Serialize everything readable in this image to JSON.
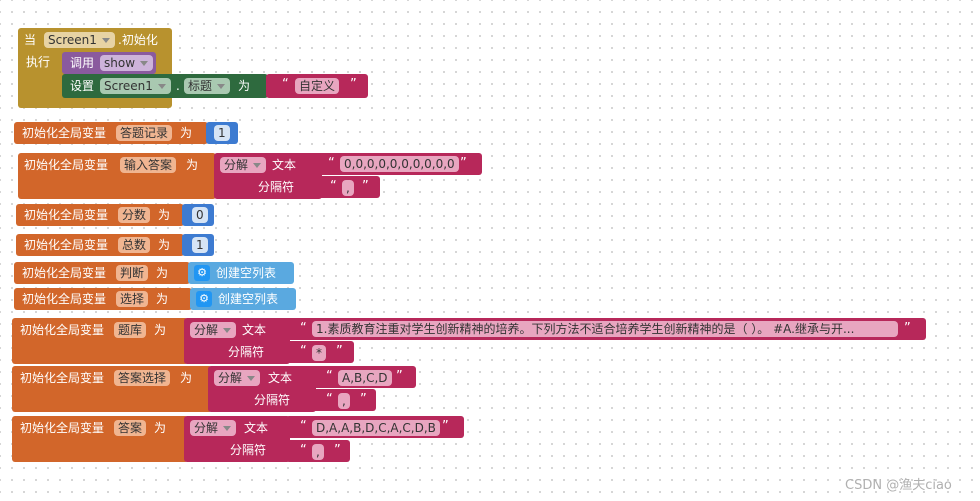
{
  "event": {
    "when": "当",
    "component": "Screen1",
    "event_name": ".初始化",
    "do": "执行"
  },
  "call": {
    "call": "调用",
    "procedure": "show"
  },
  "set_title": {
    "set": "设置",
    "component": "Screen1",
    "dot": ".",
    "property": "标题",
    "to": "为",
    "value": "自定义"
  },
  "globals": [
    {
      "init": "初始化全局变量",
      "name": "答题记录",
      "to": "为",
      "value": "1"
    },
    {
      "init": "初始化全局变量",
      "name": "输入答案",
      "to": "为",
      "split": "分解",
      "text_label": "文本",
      "text": "0,0,0,0,0,0,0,0,0,0",
      "sep_label": "分隔符",
      "sep": ","
    },
    {
      "init": "初始化全局变量",
      "name": "分数",
      "to": "为",
      "value": "0"
    },
    {
      "init": "初始化全局变量",
      "name": "总数",
      "to": "为",
      "value": "1"
    },
    {
      "init": "初始化全局变量",
      "name": "判断",
      "to": "为",
      "list": "创建空列表"
    },
    {
      "init": "初始化全局变量",
      "name": "选择",
      "to": "为",
      "list": "创建空列表"
    },
    {
      "init": "初始化全局变量",
      "name": "题库",
      "to": "为",
      "split": "分解",
      "text_label": "文本",
      "text": "1.素质教育注重对学生创新精神的培养。下列方法不适合培养学生创新精神的是（ ）。 #A.继承与开...",
      "sep_label": "分隔符",
      "sep": "*"
    },
    {
      "init": "初始化全局变量",
      "name": "答案选择",
      "to": "为",
      "split": "分解",
      "text_label": "文本",
      "text": "A,B,C,D",
      "sep_label": "分隔符",
      "sep": ","
    },
    {
      "init": "初始化全局变量",
      "name": "答案",
      "to": "为",
      "split": "分解",
      "text_label": "文本",
      "text": "D,A,A,B,D,C,A,C,D,B",
      "sep_label": "分隔符",
      "sep": ","
    }
  ],
  "watermark": "CSDN @渔夫ciao",
  "colors": {
    "event": "#b8922e",
    "procedure": "#8a5a9e",
    "setter": "#2e6a3e",
    "variable": "#d2662a",
    "text": "#b7285a",
    "math": "#3d7bd1",
    "list": "#5aa9e0"
  }
}
